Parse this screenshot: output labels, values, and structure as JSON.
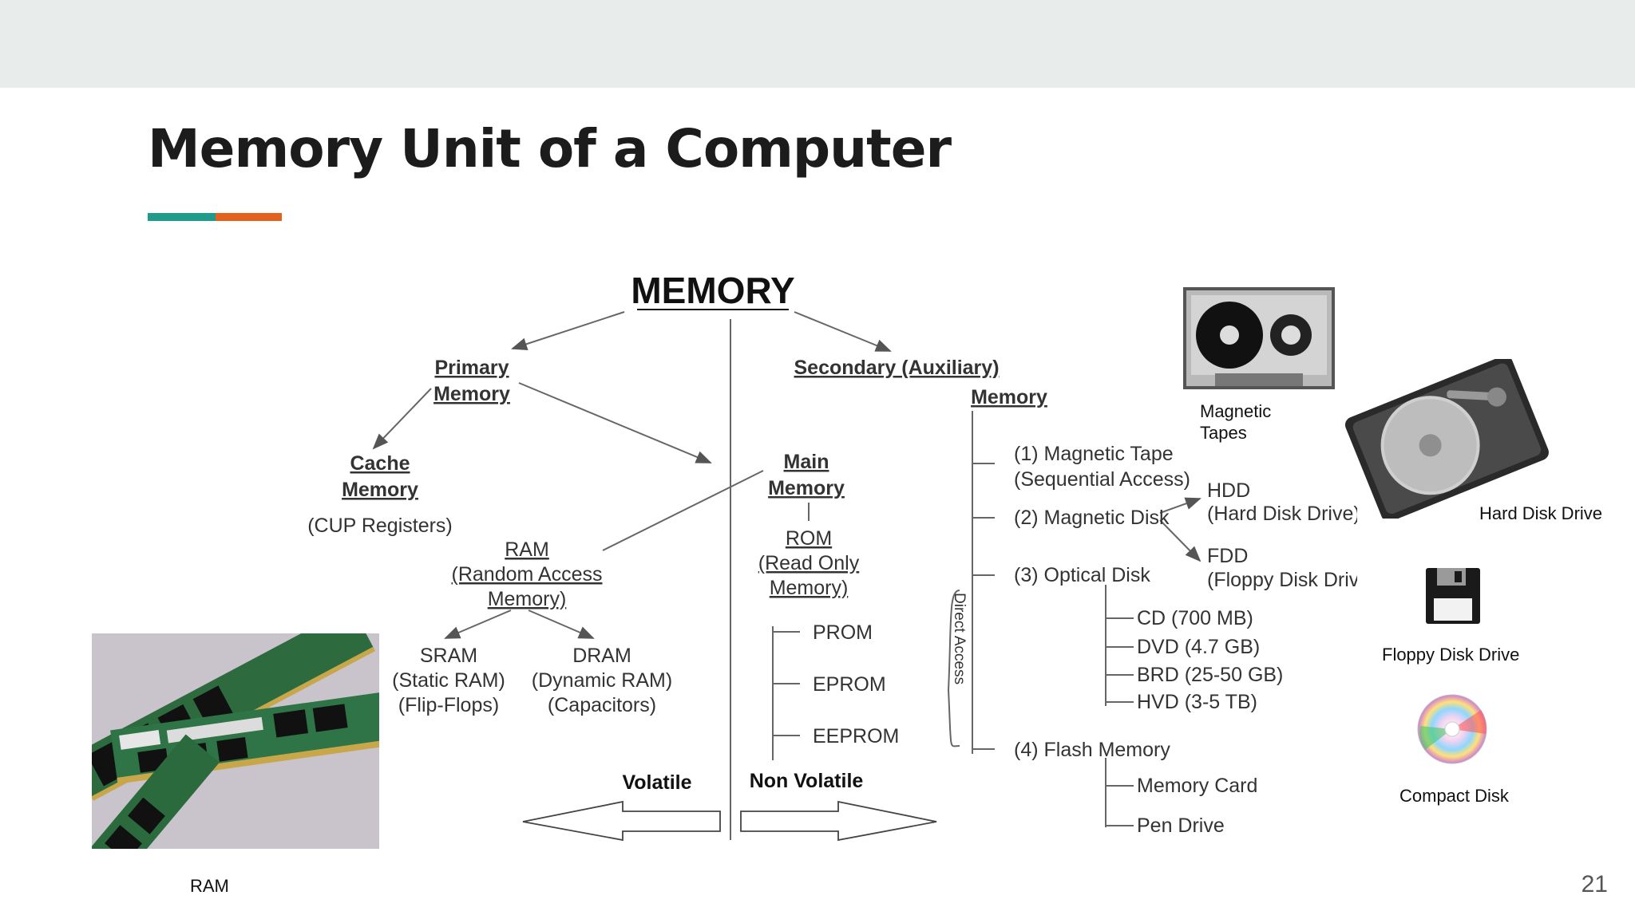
{
  "slide": {
    "title": "Memory Unit of a Computer",
    "page_number": "21",
    "accent_colors": [
      "#1f9b8b",
      "#e2611f"
    ]
  },
  "captions": {
    "magnetic_tapes_1": "Magnetic",
    "magnetic_tapes_2": "Tapes",
    "hard_disk": "Hard Disk Drive",
    "floppy": "Floppy  Disk Drive",
    "compact_disk": "Compact Disk",
    "ram": "RAM"
  },
  "diagram": {
    "root": "MEMORY",
    "primary_1": "Primary",
    "primary_2": "Memory",
    "secondary_1": "Secondary (Auxiliary)",
    "secondary_2": "Memory",
    "cache_1": "Cache",
    "cache_2": "Memory",
    "cache_note": "(CUP Registers)",
    "main_1": "Main",
    "main_2": "Memory",
    "ram_1": "RAM",
    "ram_2": "(Random Access",
    "ram_3": "Memory)",
    "rom_1": "ROM",
    "rom_2": "(Read Only",
    "rom_3": "Memory)",
    "sram_1": "SRAM",
    "sram_2": "(Static RAM)",
    "sram_3": "(Flip-Flops)",
    "dram_1": "DRAM",
    "dram_2": "(Dynamic RAM)",
    "dram_3": "(Capacitors)",
    "prom": "PROM",
    "eprom": "EPROM",
    "eeprom": "EEPROM",
    "tape_1": "(1) Magnetic Tape",
    "tape_2": "(Sequential Access)",
    "disk": "(2) Magnetic Disk",
    "hdd_1": "HDD",
    "hdd_2": "(Hard Disk Drive)",
    "fdd_1": "FDD",
    "fdd_2": "(Floppy Disk Drive)",
    "optical": "(3) Optical Disk",
    "cd": "CD (700 MB)",
    "dvd": "DVD (4.7 GB)",
    "brd": "BRD (25-50 GB)",
    "hvd": "HVD (3-5 TB)",
    "flash": "(4) Flash Memory",
    "memory_card": "Memory Card",
    "pen_drive": "Pen Drive",
    "direct_access": "Direct Access",
    "volatile": "Volatile",
    "non_volatile": "Non Volatile"
  }
}
